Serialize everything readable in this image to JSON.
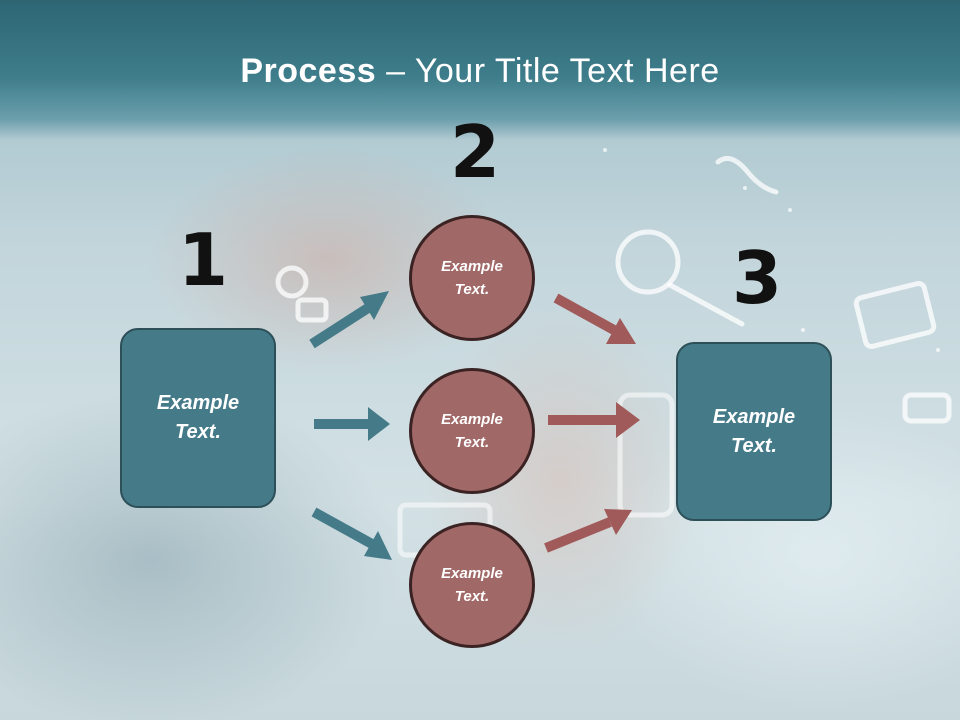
{
  "title": {
    "bold": "Process",
    "rest": " – Your Title Text Here"
  },
  "steps": {
    "one": "1",
    "two": "2",
    "three": "3"
  },
  "boxes": {
    "left": "Example\nText.",
    "right": "Example\nText."
  },
  "circles": {
    "top": "Example\nText.",
    "middle": "Example\nText.",
    "bottom": "Example\nText."
  },
  "colors": {
    "title_bar": "#2d6573",
    "box_fill": "#457b89",
    "circle_fill": "#a16868",
    "teal_arrow": "#457b89",
    "red_arrow": "#a05a5a"
  }
}
